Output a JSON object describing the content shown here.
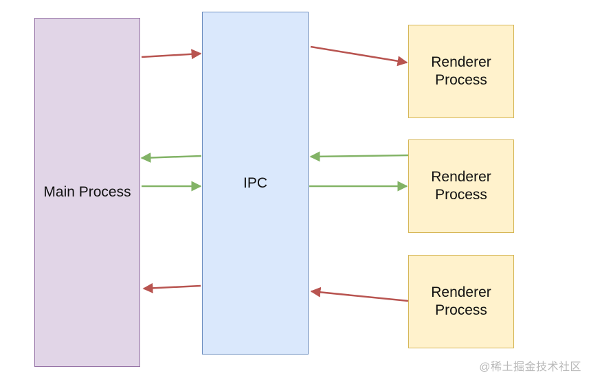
{
  "diagram": {
    "main_process": {
      "label": "Main Process",
      "fill": "#e1d5e7",
      "stroke": "#9673a6"
    },
    "ipc": {
      "label": "IPC",
      "fill": "#dae8fc",
      "stroke": "#6c8ebf"
    },
    "renderers": [
      {
        "label": "Renderer\nProcess"
      },
      {
        "label": "Renderer\nProcess"
      },
      {
        "label": "Renderer\nProcess"
      }
    ],
    "renderer_fill": "#fff2cc",
    "renderer_stroke": "#d6b656",
    "arrow_colors": {
      "red": "#b85450",
      "green": "#82b366"
    }
  },
  "watermark": "@稀土掘金技术社区"
}
